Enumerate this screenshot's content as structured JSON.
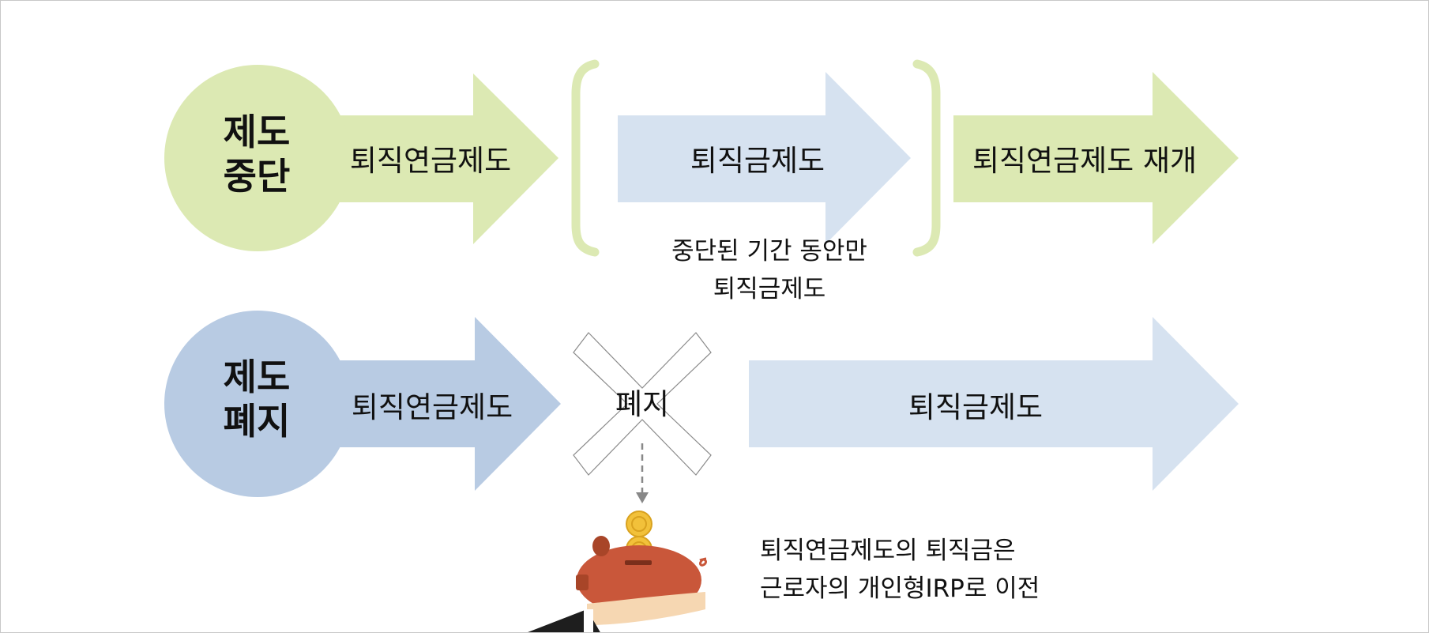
{
  "colors": {
    "green": "#dce9b3",
    "blue": "#b8cbe3",
    "light_blue": "#d6e2f0",
    "text": "#111111"
  },
  "row1": {
    "circle_line1": "제도",
    "circle_line2": "중단",
    "arrow1_label": "퇴직연금제도",
    "arrow2_label": "퇴직금제도",
    "arrow3_label": "퇴직연금제도 재개",
    "note_line1": "중단된 기간 동안만",
    "note_line2": "퇴직금제도"
  },
  "row2": {
    "circle_line1": "제도",
    "circle_line2": "폐지",
    "arrow1_label": "퇴직연금제도",
    "cross_label": "폐지",
    "arrow2_label": "퇴직금제도",
    "note_line1": "퇴직연금제도의 퇴직금은",
    "note_line2": "근로자의 개인형IRP로 이전",
    "icon": "piggy-bank-hand-icon"
  }
}
